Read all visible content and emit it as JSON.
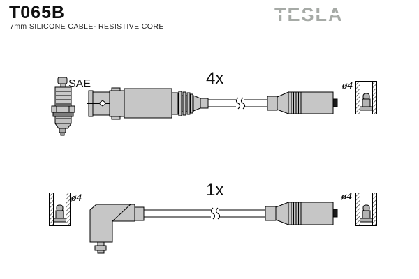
{
  "header": {
    "part_number": "T065B",
    "subtitle": "7mm SILICONE CABLE- RESISTIVE CORE",
    "brand": "TESLA"
  },
  "diagram": {
    "top_cable": {
      "quantity": "4x",
      "plug_type": "SAE",
      "terminal_diameter": "ø4"
    },
    "bottom_cable": {
      "quantity": "1x",
      "terminal_diameter_left": "ø4",
      "terminal_diameter_right": "ø4"
    }
  },
  "colors": {
    "part_fill": "#c6c6c6",
    "part_fill_dark": "#7a7a7a",
    "outline": "#000000",
    "brand_gray": "#a6aaa6",
    "background": "#ffffff"
  }
}
